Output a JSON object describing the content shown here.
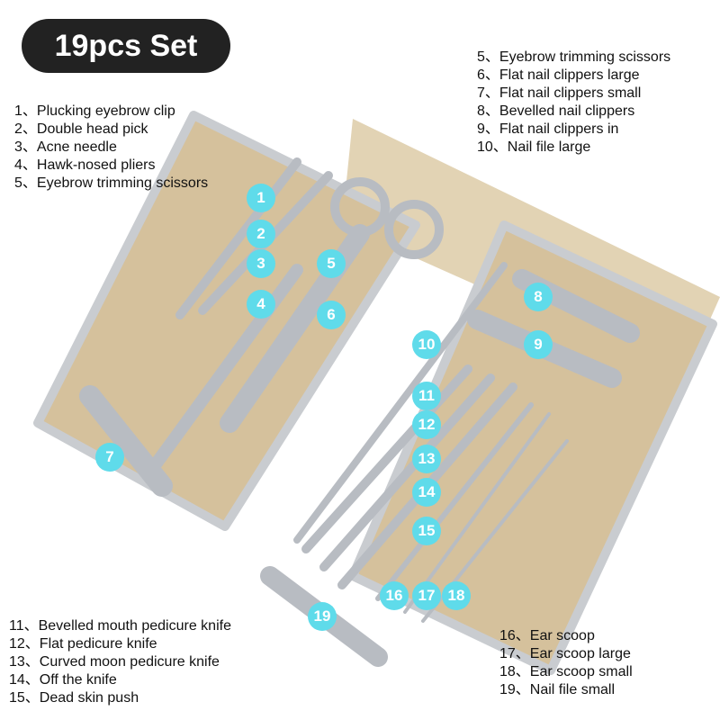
{
  "title": "19pcs Set",
  "list_top_left": [
    "1、Plucking eyebrow clip",
    "2、Double head pick",
    "3、Acne needle",
    "4、Hawk-nosed pliers",
    "5、Eyebrow trimming scissors"
  ],
  "list_top_right": [
    "5、Eyebrow trimming scissors",
    "6、Flat nail clippers large",
    "7、Flat nail clippers small",
    "8、Bevelled nail clippers",
    "9、Flat nail clippers in",
    "10、Nail file large"
  ],
  "list_bottom_left": [
    "11、Bevelled mouth pedicure knife",
    "12、Flat pedicure knife",
    "13、Curved moon pedicure knife",
    "14、Off the knife",
    "15、Dead skin push"
  ],
  "list_bottom_right": [
    "16、Ear scoop",
    "17、Ear scoop large",
    "18、Ear scoop small",
    "19、Nail file small"
  ],
  "markers": [
    "1",
    "2",
    "3",
    "4",
    "5",
    "6",
    "7",
    "8",
    "9",
    "10",
    "11",
    "12",
    "13",
    "14",
    "15",
    "16",
    "17",
    "18",
    "19"
  ],
  "colors": {
    "marker": "#5fdbea",
    "badge": "#222222",
    "lining": "#d8c7a4"
  }
}
